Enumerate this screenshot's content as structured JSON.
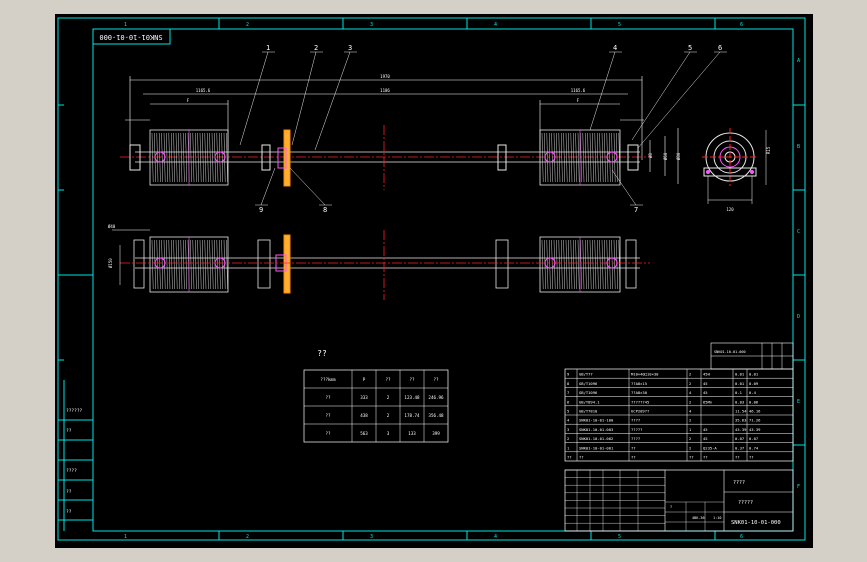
{
  "colors": {
    "frame": "#00e5e5",
    "part": "#e8e8e8",
    "center": "#ff2020",
    "dim": "#ffffff",
    "leader": "#e8e8e8",
    "coil": "#ff55ff",
    "table": "#ffffff",
    "text": "#ffffff"
  },
  "drawing_code_rotated": "SNK01-10-01-000",
  "zone_letters": [
    "A",
    "B",
    "C",
    "D",
    "E",
    "F"
  ],
  "zone_numbers": [
    "1",
    "2",
    "3",
    "4",
    "5",
    "6"
  ],
  "balloons": {
    "b1": "1",
    "b2": "2",
    "b3": "3",
    "b4": "4",
    "b5": "5",
    "b6": "6",
    "b7": "7",
    "b8": "8",
    "b9": "9"
  },
  "dims": {
    "overall": "1970",
    "center": "1186",
    "left_a": "1165.6",
    "left_b": "F",
    "right_a": "1165.6",
    "right_b": "F",
    "dia1": "Ø8",
    "dia2": "Ø40",
    "h1": "Ø60",
    "h2": "Ø80",
    "side_w": "120",
    "side_h": "R15",
    "view2_flange": "Ø150"
  },
  "note_title": "??",
  "small_table": {
    "header": [
      "???kmm",
      "P",
      "??",
      "??",
      "??"
    ],
    "rows": [
      [
        "??",
        "333",
        "2",
        "123.48",
        "246.96"
      ],
      [
        "??",
        "438",
        "2",
        "178.74",
        "356.48"
      ],
      [
        "??",
        "563",
        "3",
        "133",
        "399"
      ]
    ]
  },
  "bom": {
    "rows": [
      [
        "9",
        "GB/T77",
        "M10×40□10×30",
        "2",
        "45H",
        "0.01",
        "0.01"
      ],
      [
        "8",
        "GB/T1096",
        "??A8×15",
        "2",
        "45",
        "0.01",
        "0.09"
      ],
      [
        "7",
        "GB/T1096",
        "??A8×30",
        "4",
        "45",
        "0.1",
        "0.4"
      ],
      [
        "6",
        "GB/T894.1",
        "??????45",
        "2",
        "65Mn",
        "0.03",
        "0.06"
      ],
      [
        "5",
        "GB/T7810",
        "UCP209??",
        "4",
        "",
        "11.54",
        "46.16"
      ],
      [
        "4",
        "SNK01-10-01-100",
        "????",
        "2",
        "",
        "35.63",
        "71.26"
      ],
      [
        "3",
        "SNK01-10-01-003",
        "?????",
        "1",
        "45",
        "43.39",
        "43.39"
      ],
      [
        "2",
        "SNK01-10-01-002",
        "????",
        "2",
        "45",
        "0.07",
        "0.07"
      ],
      [
        "1",
        "SNK01-10-01-001",
        "??",
        "2",
        "Q235-A",
        "0.37",
        "0.74"
      ]
    ],
    "header": [
      "??",
      "??",
      "??",
      "??",
      "??",
      "??",
      "??"
    ]
  },
  "title_block": {
    "name_top": "????",
    "name": "?????",
    "code": "SNK01-10-01-000",
    "scale": "1:10",
    "mass": "4BK.36",
    "sheet": "?"
  },
  "side_labels": {
    "l1": "??????",
    "l2": "????",
    "l3": "??",
    "l4": "??"
  },
  "mini_block": {
    "code": "SNK01-10-01-000"
  }
}
